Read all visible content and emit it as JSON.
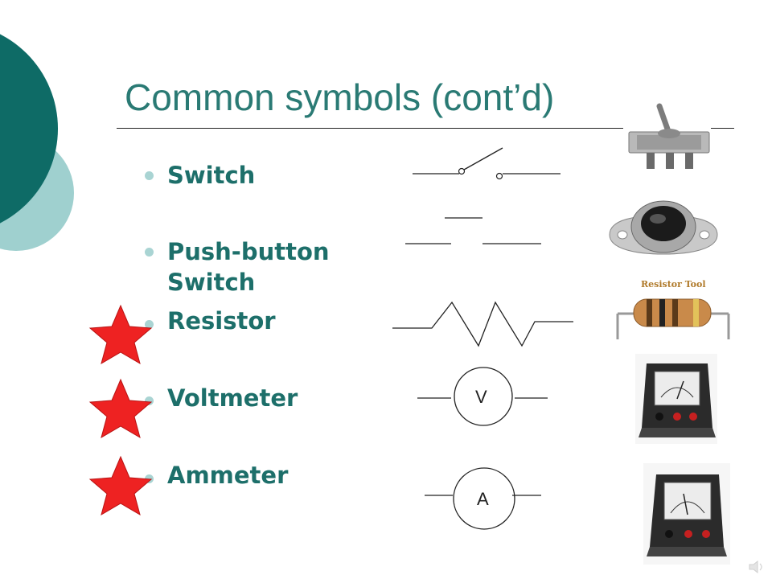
{
  "slide": {
    "title": "Common symbols (cont’d)",
    "bullets": [
      {
        "label": "Switch"
      },
      {
        "label": "Push-button Switch",
        "line1": "Push-button",
        "line2": "Switch"
      },
      {
        "label": "Resistor",
        "starred": true
      },
      {
        "label": "Voltmeter",
        "starred": true
      },
      {
        "label": "Ammeter",
        "starred": true
      }
    ],
    "symbols": {
      "voltmeter_letter": "V",
      "ammeter_letter": "A"
    },
    "photo_captions": {
      "resistor_tool": "Resistor Tool"
    },
    "colors": {
      "title": "#2a7a74",
      "bullet_text": "#1d6f6a",
      "bullet_dot": "#a9d4d3",
      "deco_dark": "#0e6b66",
      "deco_light": "#7fc4c3",
      "star": "#ee2222"
    }
  }
}
